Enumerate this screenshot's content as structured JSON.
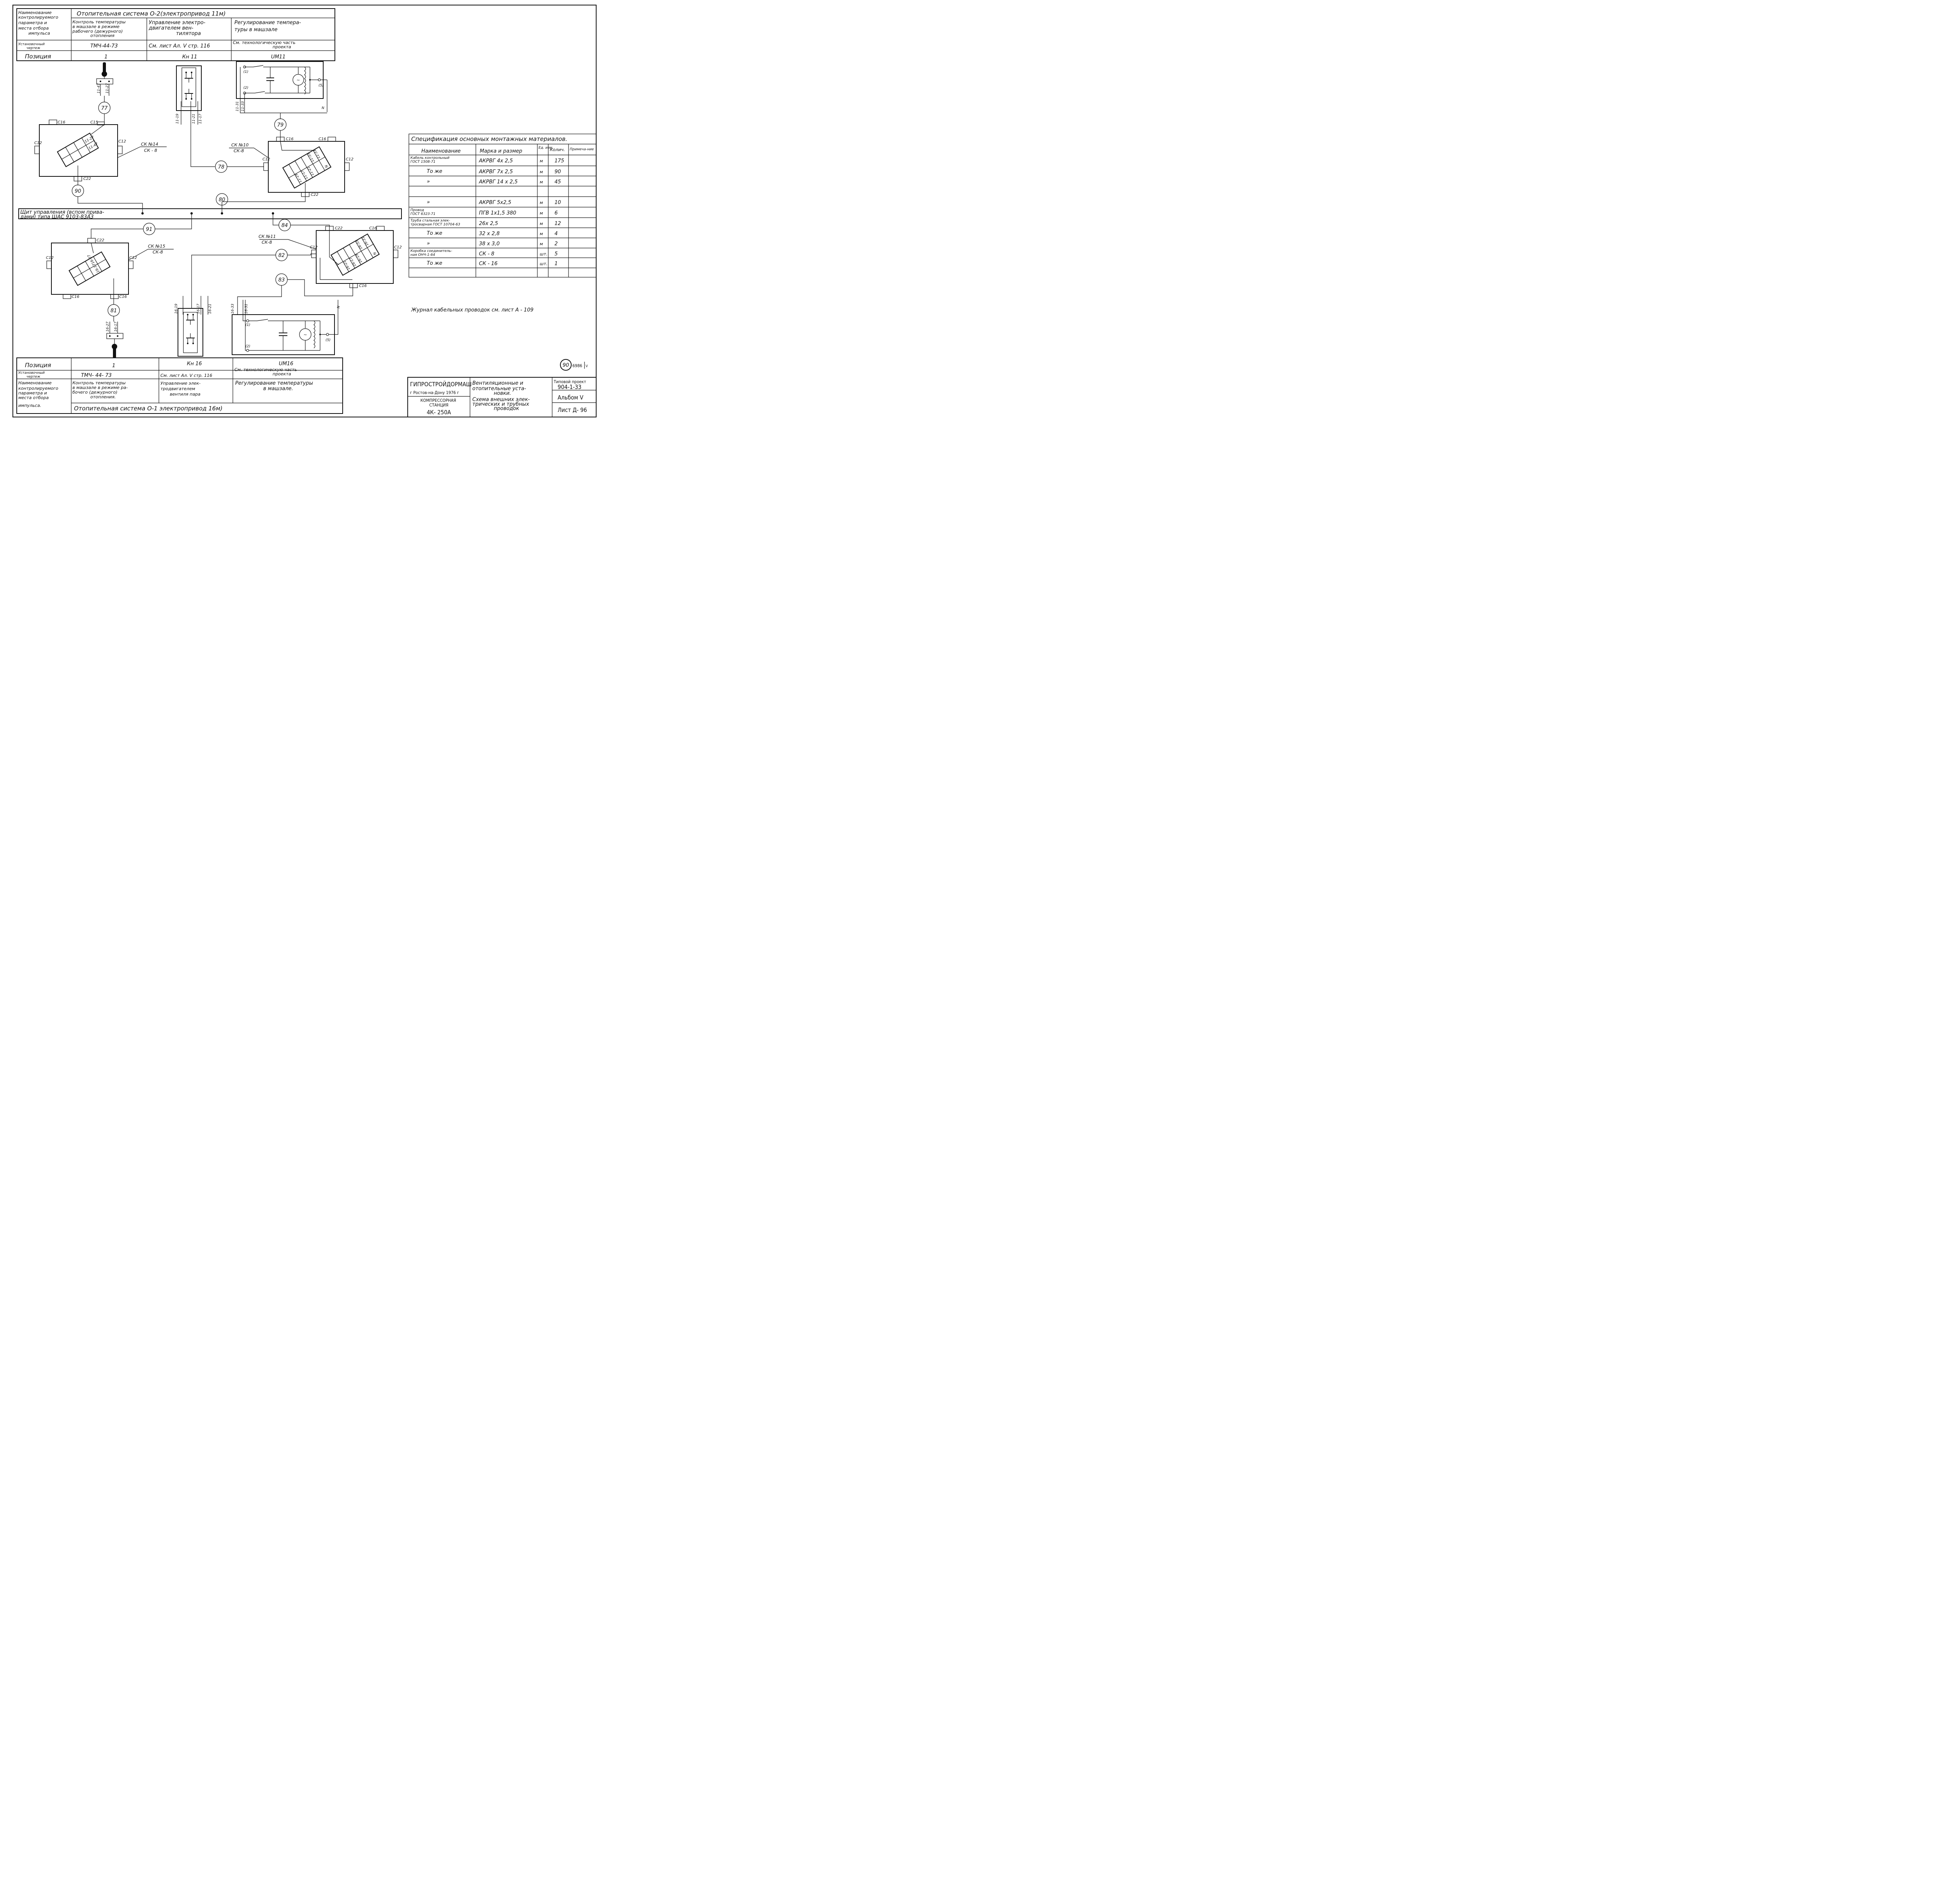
{
  "top_table": {
    "row_labels": [
      [
        "Наименование",
        "контролируемого",
        "параметра и",
        "места отбора",
        "импульса"
      ],
      [
        "Установочный",
        "чертеж"
      ],
      [
        "Позиция"
      ]
    ],
    "system_title": "Отопительная    система О-2(электропривод  11м)",
    "col1": {
      "param": [
        "Контроль температуры",
        "в машзале в режиме",
        "рабочего (дежурного)",
        "отопления"
      ],
      "drawing": "ТМЧ-44-73",
      "position": "1"
    },
    "col2": {
      "param": [
        "Управление  электро-",
        "двигателем    вен-",
        "тилятора"
      ],
      "drawing": "См. лист Ал. V стр. 116",
      "position": "Кн 11"
    },
    "col3": {
      "param": [
        "Регулирование   темпера-",
        "туры    в  машзале"
      ],
      "drawing": [
        "См. технологическую  часть",
        "проекта"
      ],
      "position": "UМ11"
    }
  },
  "bottom_table": {
    "row_labels": [
      [
        "Позиция"
      ],
      [
        "Установочный",
        "чертеж"
      ],
      [
        "Наименование",
        "контролируемого",
        "параметра   и",
        "места отбора",
        "импульса."
      ]
    ],
    "system_title": "Отопительная   система      О-1     электропривод      16м)",
    "col1": {
      "position": "1",
      "drawing": "ТМЧ- 44- 73",
      "param": [
        "Контроль температуры",
        "в машзале  в режиме ра-",
        "бочего (дежурного)",
        "отопления."
      ]
    },
    "col2": {
      "position": "Кн 16",
      "drawing": "См. лист Ал. V стр. 116",
      "param": [
        "Управление  элек-",
        "тродвигателем",
        "вентиля пара"
      ]
    },
    "col3": {
      "position": "UМ16",
      "drawing": [
        "См. технологическую   часть",
        "проекта"
      ],
      "param": [
        "Регулирование   температуры",
        "в машзале."
      ]
    }
  },
  "spec_table": {
    "title": "Спецификация    основных монтажных материалов.",
    "headers": [
      "Наименование",
      "Марка  и  размер",
      "Ед. изм.",
      "Колич.",
      "Примеча-ние"
    ],
    "rows": [
      {
        "name": [
          "Кабель контрольный",
          "ГОСТ 1508-71"
        ],
        "mark": "АКРВГ    4х 2,5",
        "unit": "м",
        "qty": "175"
      },
      {
        "name": [
          "То же"
        ],
        "mark": "АКРВГ    7х 2,5",
        "unit": "м",
        "qty": "90"
      },
      {
        "name": [
          "»"
        ],
        "mark": "АКРВГ   14 х 2,5",
        "unit": "м",
        "qty": "45"
      },
      {
        "name": [
          ""
        ],
        "mark": "",
        "unit": "",
        "qty": ""
      },
      {
        "name": [
          "»"
        ],
        "mark": "АКРВГ      5х2,5",
        "unit": "м",
        "qty": "10"
      },
      {
        "name": [
          "Провод",
          "ГОСТ 6323-71"
        ],
        "mark": "ПГВ  1х1,5  380",
        "unit": "м",
        "qty": "6"
      },
      {
        "name": [
          "Труба стальная элек-",
          "тросварная ГОСТ 10704-63"
        ],
        "mark": "26х 2,5",
        "unit": "м",
        "qty": "12"
      },
      {
        "name": [
          "То же"
        ],
        "mark": "32 х 2,8",
        "unit": "м",
        "qty": "4"
      },
      {
        "name": [
          "»"
        ],
        "mark": "38 х 3,0",
        "unit": "м",
        "qty": "2"
      },
      {
        "name": [
          "Коробка соединитель-",
          "ная    ОНЧ-1-64"
        ],
        "mark": "СК - 8",
        "unit": "шт.",
        "qty": "5"
      },
      {
        "name": [
          "То же"
        ],
        "mark": "СК - 16",
        "unit": "шт.",
        "qty": "1"
      },
      {
        "name": [
          ""
        ],
        "mark": "",
        "unit": "",
        "qty": ""
      }
    ]
  },
  "journal_note": "Журнал    кабельных       проводок        см. лист  А - 109",
  "control_panel": [
    "Щит  управления  (вспом прива-",
    "дами)   типа    ШАС 9103-83А3"
  ],
  "markers": [
    "77",
    "78",
    "79",
    "80",
    "81",
    "82",
    "83",
    "84",
    "90",
    "91"
  ],
  "box_labels": [
    {
      "num": "СК №14",
      "type": "СК - 8"
    },
    {
      "num": "СК №10",
      "type": "СК-8"
    },
    {
      "num": "СК №15",
      "type": "СК-8"
    },
    {
      "num": "СК №11",
      "type": "СК-8"
    }
  ],
  "gland_labels": {
    "c12": "С12",
    "c16": "С16",
    "c22": "С22",
    "c15": "С15"
  },
  "wire_labels": {
    "s1_top": [
      "11-47",
      "11-27"
    ],
    "s1_kn": [
      "11-19",
      "11-21",
      "11-17"
    ],
    "s1_um": [
      "11-31",
      "11-33"
    ],
    "s2_bottom": [
      "16-27",
      "16-17"
    ],
    "s2_kn": [
      "16-19",
      "16-17",
      "16-21"
    ],
    "s2_um": [
      "16-33",
      "16-31"
    ],
    "box14": [
      "11-27",
      "11-47"
    ],
    "box10": [
      "11-19",
      "11-17",
      "11-21",
      "11-33",
      "11-31",
      "N"
    ],
    "box15": [
      "16-27",
      "16-17"
    ],
    "box11": [
      "16-21",
      "16-17",
      "16-19",
      "16-33",
      "16-31",
      "N"
    ]
  },
  "actuator_terms": {
    "t1": "(1)",
    "t2": "(2)",
    "t5": "(5)",
    "n": "N"
  },
  "title_block": {
    "org": "ГИПРОСТРОЙДОРМАШ",
    "city": "г Ростов-на-Дону 1976 г",
    "object": [
      "КОМПРЕССОРНАЯ",
      "СТАНЦИЯ"
    ],
    "model": "4К- 250А",
    "description": [
      "Вентиляционные    и",
      "отопительные  уста-",
      "новки.",
      "Схема внешних  элек-",
      "трических  и трубных",
      "проводок"
    ],
    "project_label": "Типовой проект",
    "project_no": "904-1-33",
    "album": "Альбом  V",
    "sheet": "Лист Д- 96"
  },
  "stamp": {
    "circle": "90",
    "code": "6986",
    "suffix": "V"
  }
}
